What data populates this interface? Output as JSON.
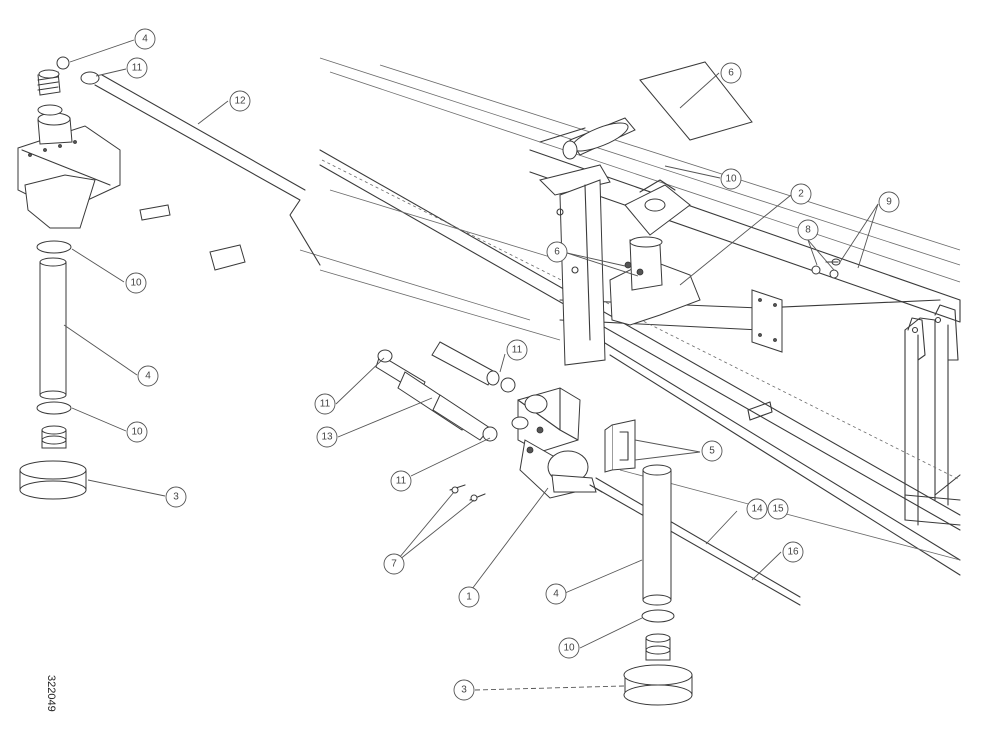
{
  "drawing_number": "322049",
  "callouts": [
    {
      "id": "c-top-4",
      "text": "4"
    },
    {
      "id": "c-top-11",
      "text": "11"
    },
    {
      "id": "c-12",
      "text": "12"
    },
    {
      "id": "c-right-6",
      "text": "6"
    },
    {
      "id": "c-10",
      "text": "10"
    },
    {
      "id": "c-2",
      "text": "2"
    },
    {
      "id": "c-9",
      "text": "9"
    },
    {
      "id": "c-8",
      "text": "8"
    },
    {
      "id": "c-6-mid",
      "text": "6"
    },
    {
      "id": "c-left-10",
      "text": "10"
    },
    {
      "id": "c-left-4",
      "text": "4"
    },
    {
      "id": "c-left-10b",
      "text": "10"
    },
    {
      "id": "c-left-3",
      "text": "3"
    },
    {
      "id": "c-11-mid",
      "text": "11"
    },
    {
      "id": "c-11-low",
      "text": "11"
    },
    {
      "id": "c-13",
      "text": "13"
    },
    {
      "id": "c-11-valve",
      "text": "11"
    },
    {
      "id": "c-5",
      "text": "5"
    },
    {
      "id": "c-7",
      "text": "7"
    },
    {
      "id": "c-1",
      "text": "1"
    },
    {
      "id": "c-14",
      "text": "14"
    },
    {
      "id": "c-15",
      "text": "15"
    },
    {
      "id": "c-16",
      "text": "16"
    },
    {
      "id": "c-bottom-4",
      "text": "4"
    },
    {
      "id": "c-bottom-10",
      "text": "10"
    },
    {
      "id": "c-bottom-3",
      "text": "3"
    }
  ]
}
